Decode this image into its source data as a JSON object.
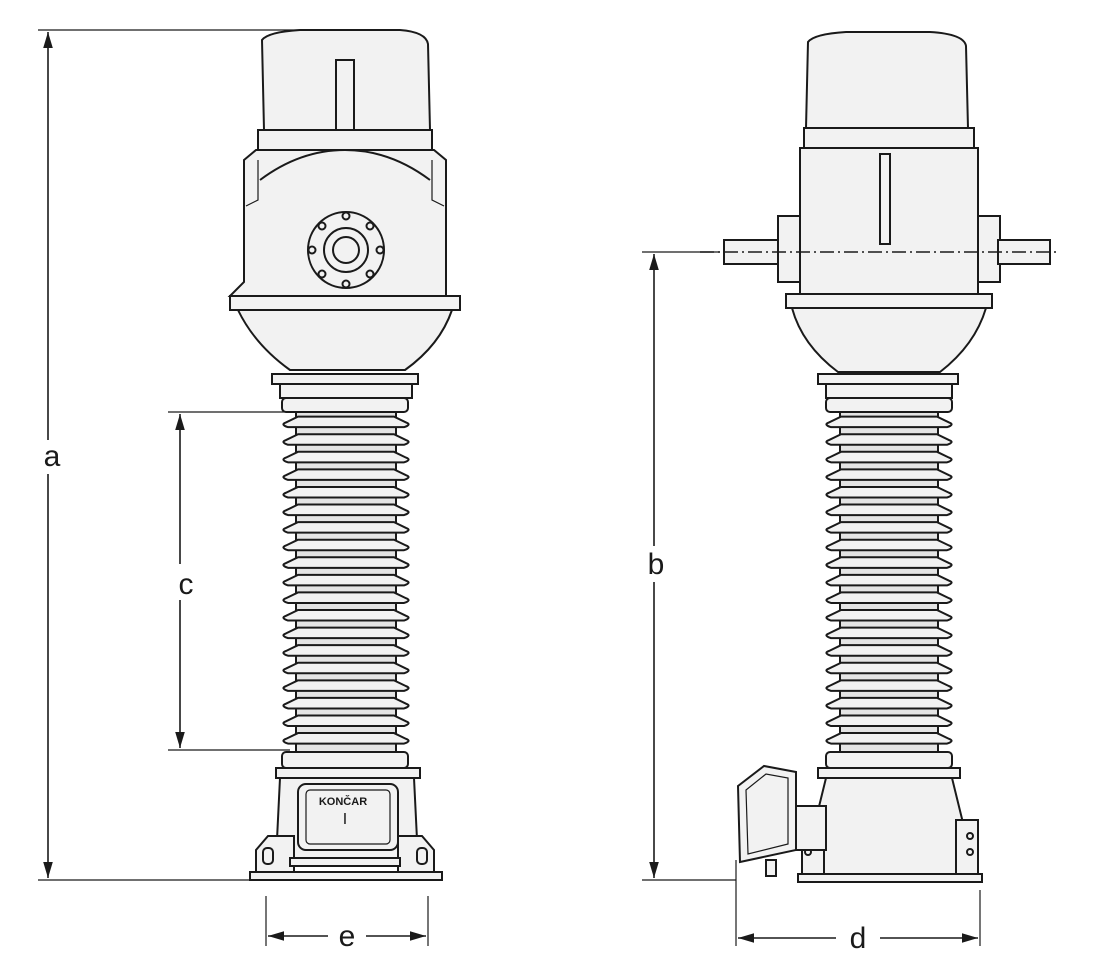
{
  "dimensions": {
    "a": "a",
    "b": "b",
    "c": "c",
    "d": "d",
    "e": "e"
  },
  "nameplate": {
    "brand": "KONČAR",
    "mark": "I"
  }
}
